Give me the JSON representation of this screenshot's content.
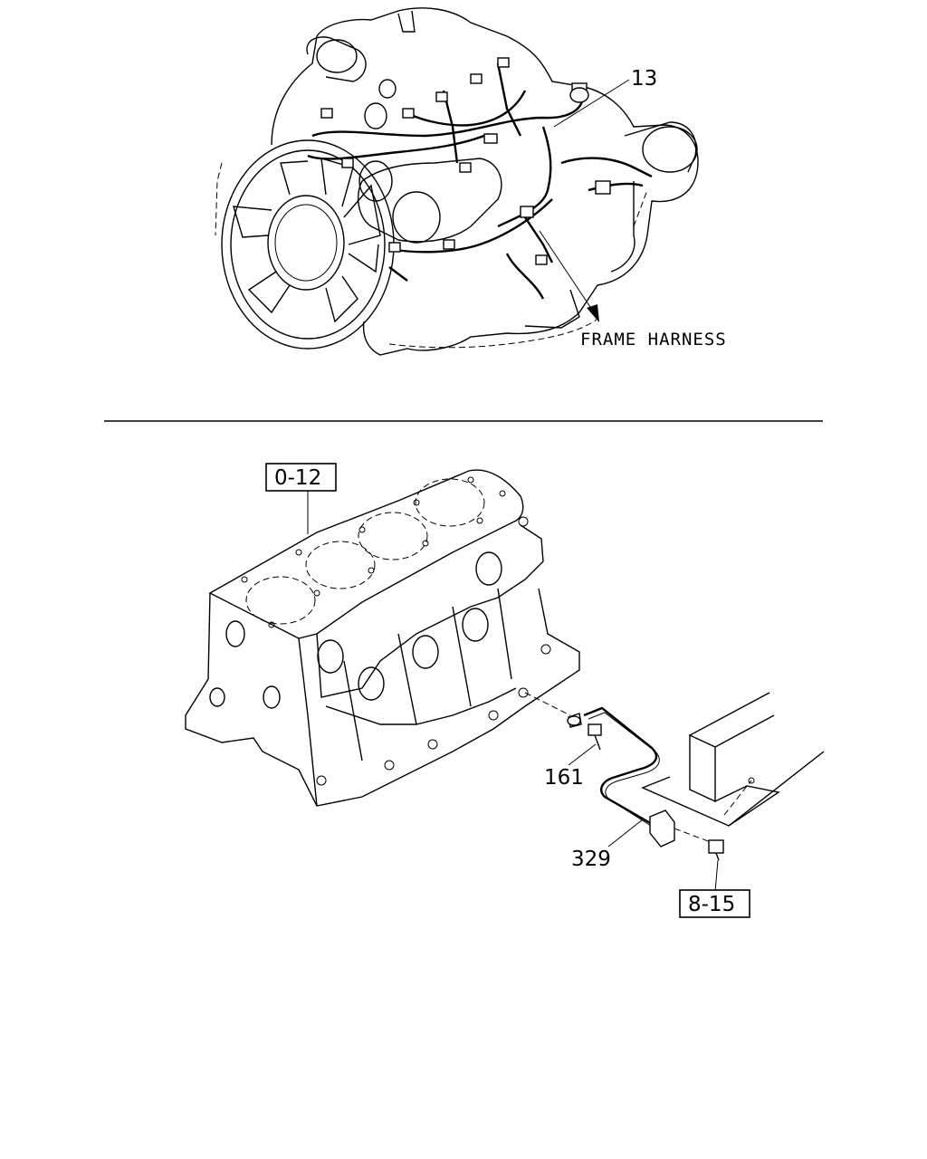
{
  "top_figure": {
    "callout_harness": "13",
    "frame_harness_label": "FRAME HARNESS"
  },
  "bottom_figure": {
    "ref_cylinder_block": "0-12",
    "callout_bolt": "161",
    "callout_ground_cable": "329",
    "ref_frame_bolt": "8-15"
  }
}
